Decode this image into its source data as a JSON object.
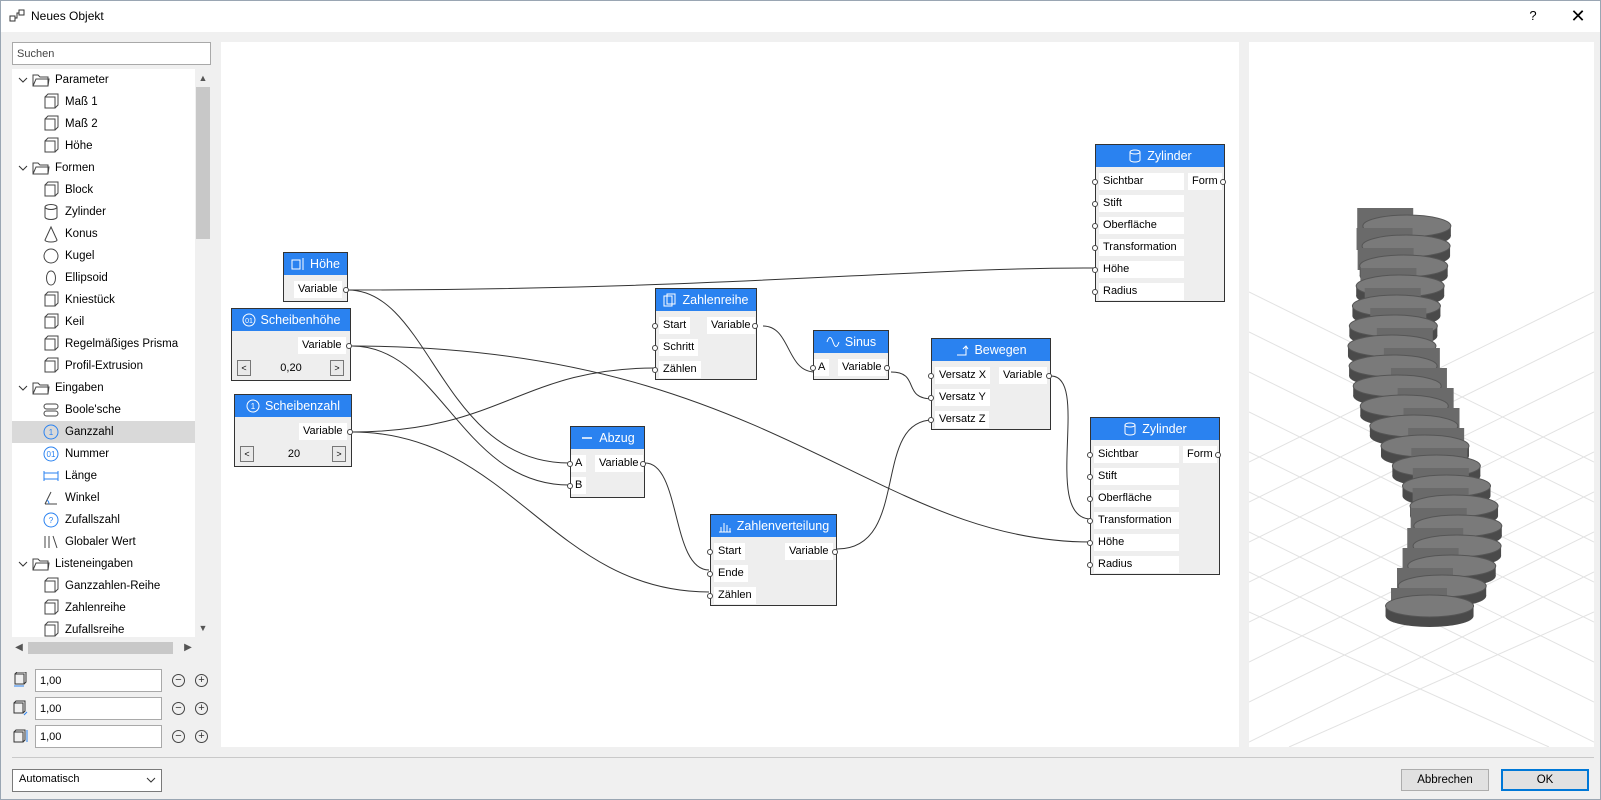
{
  "window": {
    "title": "Neues Objekt",
    "help": "?",
    "close": "✕"
  },
  "search": {
    "placeholder": "Suchen"
  },
  "tree": {
    "items": [
      {
        "label": "Parameter",
        "icon": "folder-icon",
        "group": true
      },
      {
        "label": "Maß 1",
        "icon": "dimension-1-icon"
      },
      {
        "label": "Maß 2",
        "icon": "dimension-2-icon"
      },
      {
        "label": "Höhe",
        "icon": "height-icon"
      },
      {
        "label": "Formen",
        "icon": "folder-icon",
        "group": true
      },
      {
        "label": "Block",
        "icon": "block-icon"
      },
      {
        "label": "Zylinder",
        "icon": "cylinder-icon"
      },
      {
        "label": "Konus",
        "icon": "cone-icon"
      },
      {
        "label": "Kugel",
        "icon": "sphere-icon"
      },
      {
        "label": "Ellipsoid",
        "icon": "ellipsoid-icon"
      },
      {
        "label": "Kniestück",
        "icon": "elbow-icon"
      },
      {
        "label": "Keil",
        "icon": "wedge-icon"
      },
      {
        "label": "Regelmäßiges Prisma",
        "icon": "prism-icon"
      },
      {
        "label": "Profil-Extrusion",
        "icon": "extrusion-icon"
      },
      {
        "label": "Eingaben",
        "icon": "folder-icon",
        "group": true
      },
      {
        "label": "Boole'sche",
        "icon": "boolean-icon"
      },
      {
        "label": "Ganzzahl",
        "icon": "integer-icon",
        "selected": true
      },
      {
        "label": "Nummer",
        "icon": "number-icon"
      },
      {
        "label": "Länge",
        "icon": "length-icon"
      },
      {
        "label": "Winkel",
        "icon": "angle-icon"
      },
      {
        "label": "Zufallszahl",
        "icon": "random-icon"
      },
      {
        "label": "Globaler Wert",
        "icon": "global-value-icon"
      },
      {
        "label": "Listeneingaben",
        "icon": "folder-icon",
        "group": true
      },
      {
        "label": "Ganzzahlen-Reihe",
        "icon": "integer-series-icon"
      },
      {
        "label": "Zahlenreihe",
        "icon": "number-series-icon"
      },
      {
        "label": "Zufallsreihe",
        "icon": "random-series-icon"
      }
    ]
  },
  "dims": [
    {
      "value": "1,00",
      "icon": "dimension-1-icon"
    },
    {
      "value": "1,00",
      "icon": "dimension-2-icon"
    },
    {
      "value": "1,00",
      "icon": "height-icon"
    }
  ],
  "footer": {
    "mode": "Automatisch",
    "cancel": "Abbrechen",
    "ok": "OK"
  },
  "nodes": {
    "hoehe": {
      "title": "Höhe",
      "out": "Variable"
    },
    "scheibenhoehe": {
      "title": "Scheibenhöhe",
      "out": "Variable",
      "value": "0,20",
      "dec": "<",
      "inc": ">"
    },
    "scheibenzahl": {
      "title": "Scheibenzahl",
      "out": "Variable",
      "value": "20",
      "dec": "<",
      "inc": ">"
    },
    "zahlenreihe": {
      "title": "Zahlenreihe",
      "in": [
        "Start",
        "Schritt",
        "Zählen"
      ],
      "out": "Variable"
    },
    "sinus": {
      "title": "Sinus",
      "in": [
        "A"
      ],
      "out": "Variable"
    },
    "abzug": {
      "title": "Abzug",
      "in": [
        "A",
        "B"
      ],
      "out": "Variable"
    },
    "zahlenverteilung": {
      "title": "Zahlenverteilung",
      "in": [
        "Start",
        "Ende",
        "Zählen"
      ],
      "out": "Variable"
    },
    "bewegen": {
      "title": "Bewegen",
      "in": [
        "Versatz X",
        "Versatz Y",
        "Versatz Z"
      ],
      "out": "Variable"
    },
    "zylinder1": {
      "title": "Zylinder",
      "in": [
        "Sichtbar",
        "Stift",
        "Oberfläche",
        "Transformation",
        "Höhe",
        "Radius"
      ],
      "out": "Form"
    },
    "zylinder2": {
      "title": "Zylinder",
      "in": [
        "Sichtbar",
        "Stift",
        "Oberfläche",
        "Transformation",
        "Höhe",
        "Radius"
      ],
      "out": "Form"
    }
  },
  "colors": {
    "node_header": "#2a82f0",
    "wire": "#333333",
    "selection": "#d9d9d9"
  }
}
